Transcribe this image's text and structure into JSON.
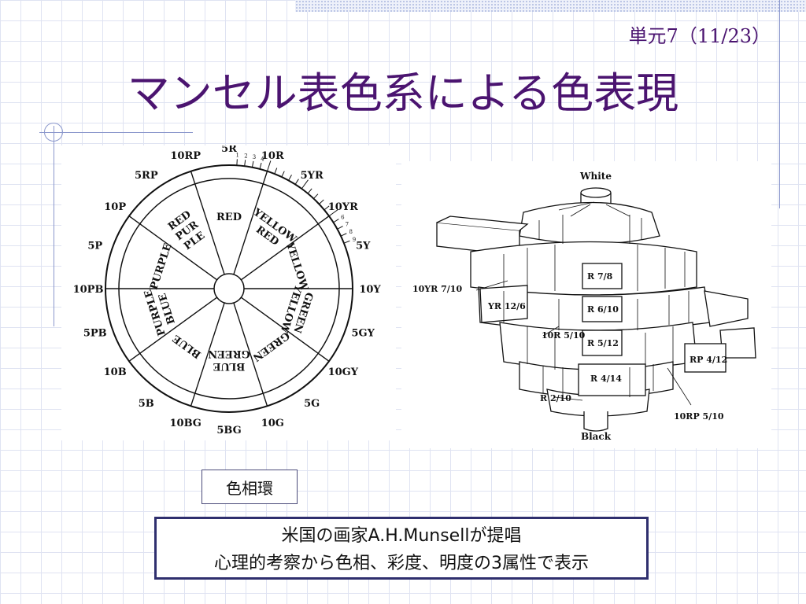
{
  "slide": {
    "unit_label": "単元7（11/23）",
    "title": "マンセル表色系による色表現"
  },
  "hue_circle": {
    "caption": "色相環",
    "outer_labels": [
      "5R",
      "10R",
      "5YR",
      "10YR",
      "5Y",
      "10Y",
      "5GY",
      "10GY",
      "5G",
      "10G",
      "5BG",
      "10BG",
      "5B",
      "10B",
      "5PB",
      "10PB",
      "5P",
      "10P",
      "5RP",
      "10RP"
    ],
    "small_tick_digits": [
      "1",
      "2",
      "3",
      "4",
      "6",
      "7",
      "8",
      "9"
    ],
    "sector_labels": {
      "red": "RED",
      "yellow_red": [
        "YELLOW",
        "RED"
      ],
      "yellow": "YELLOW",
      "green_yellow": [
        "GREEN",
        "YELLOW"
      ],
      "green": "GREEN",
      "blue_green": [
        "BLUE",
        "GREEN"
      ],
      "blue": "BLUE",
      "purple_blue": [
        "PURPLE",
        "BLUE"
      ],
      "purple": "PURPLE",
      "red_purple": [
        "RED",
        "PUR",
        "PLE"
      ]
    }
  },
  "color_solid": {
    "top_label": "White",
    "bottom_label": "Black",
    "callouts": [
      "R 7/8",
      "10YR 7/10",
      "YR 12/6",
      "R 6/10",
      "10R 5/10",
      "R 5/12",
      "RP 4/12",
      "R 4/14",
      "R 2/10",
      "10RP 5/10"
    ]
  },
  "note": {
    "line1": "米国の画家A.H.Munsellが提唱",
    "line2": "心理的考察から色相、彩度、明度の3属性で表示"
  }
}
